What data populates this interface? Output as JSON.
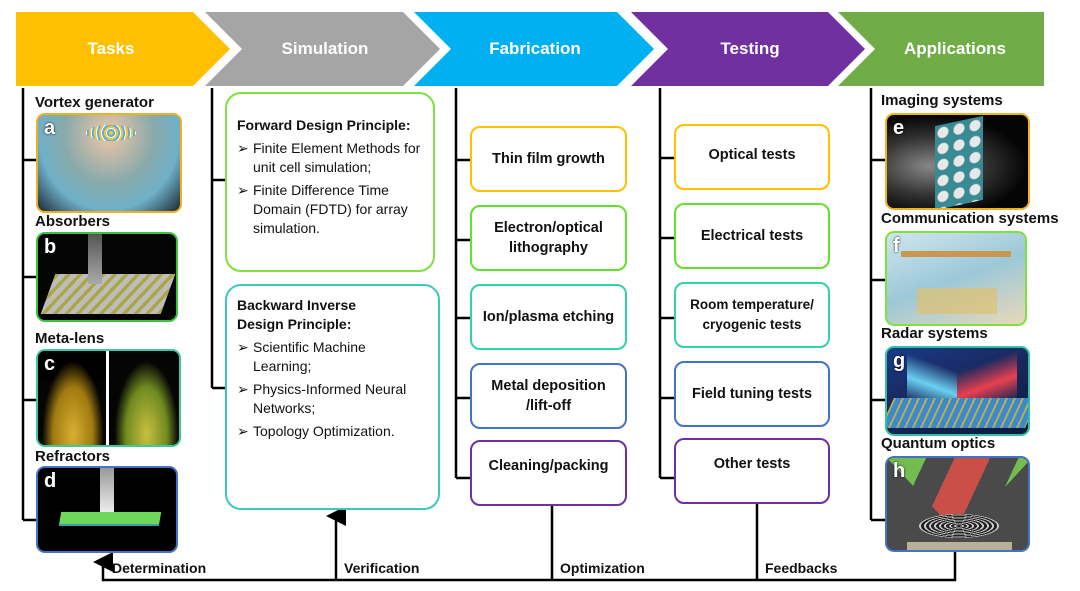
{
  "colors": {
    "tasks": "#FFC000",
    "simulation": "#A5A5A5",
    "fabrication": "#00B0F0",
    "testing": "#7030A0",
    "applications": "#70AD47",
    "orange_border": "#FFC000",
    "green_border": "#66E02E",
    "teal_border": "#33D1A8",
    "blue_border": "#4472C4",
    "purple_border": "#7030A0",
    "line": "#000000"
  },
  "header": {
    "stages": [
      {
        "label": "Tasks"
      },
      {
        "label": "Simulation"
      },
      {
        "label": "Fabrication"
      },
      {
        "label": "Testing"
      },
      {
        "label": "Applications"
      }
    ]
  },
  "tasks": {
    "items": [
      {
        "title": "Vortex generator",
        "letter": "a"
      },
      {
        "title": "Absorbers",
        "letter": "b"
      },
      {
        "title": "Meta-lens",
        "letter": "c"
      },
      {
        "title": "Refractors",
        "letter": "d"
      }
    ]
  },
  "simulation": {
    "forward": {
      "title": "Forward Design Principle:",
      "items": [
        "Finite Element Methods for unit cell simulation;",
        "Finite Difference Time Domain (FDTD) for array simulation."
      ]
    },
    "backward": {
      "title": "Backward Inverse Design Principle:",
      "items": [
        "Scientific Machine Learning;",
        "Physics-Informed Neural Networks;",
        "Topology Optimization."
      ]
    },
    "bullet": "➢"
  },
  "fabrication": {
    "items": [
      "Thin film growth",
      "Electron/optical lithography",
      "Ion/plasma etching",
      "Metal deposition /lift-off",
      "Cleaning/packing"
    ]
  },
  "testing": {
    "items": [
      "Optical tests",
      "Electrical tests",
      "Room temperature/ cryogenic tests",
      "Field tuning tests",
      "Other tests"
    ]
  },
  "applications": {
    "items": [
      {
        "title": "Imaging systems",
        "letter": "e"
      },
      {
        "title": "Communication systems",
        "letter": "f"
      },
      {
        "title": "Radar systems",
        "letter": "g"
      },
      {
        "title": "Quantum optics",
        "letter": "h"
      }
    ]
  },
  "feedback_loop": {
    "labels": [
      "Determination",
      "Verification",
      "Optimization",
      "Feedbacks"
    ]
  }
}
